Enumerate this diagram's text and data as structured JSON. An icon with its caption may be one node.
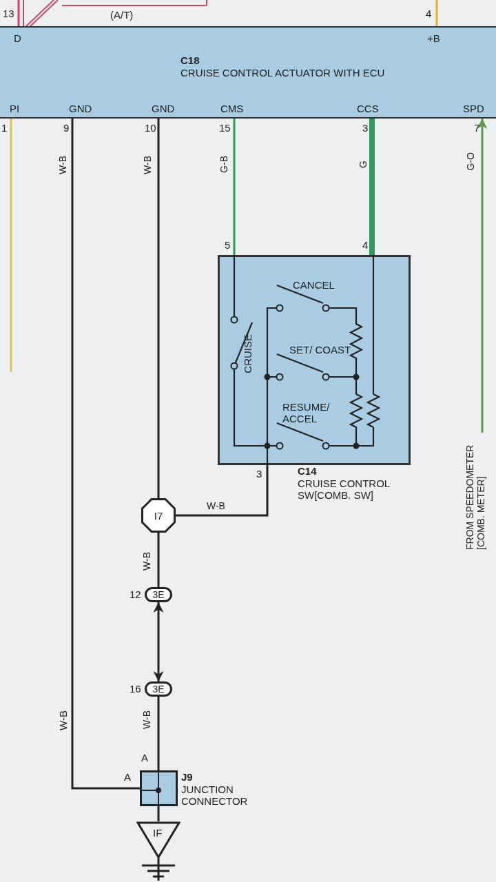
{
  "diagram": {
    "nodes": [
      {
        "text": [
          "C18",
          "CRUISE CONTROL ACTUATOR WITH ECU"
        ]
      },
      {
        "text": [
          "C14",
          "CRUISE CONTROL SW[COMB. SW]"
        ]
      },
      {
        "text": [
          "I7"
        ]
      },
      {
        "text": [
          "3E"
        ],
        "beside": [
          "12"
        ]
      },
      {
        "text": [
          "3E"
        ],
        "beside": [
          "16"
        ]
      },
      {
        "text": [
          "J9",
          "JUNCTION CONNECTOR"
        ]
      },
      {
        "text": [
          "IF"
        ]
      },
      {
        "text": [
          "FROM SPEEDOMETER [COMB. METER]"
        ]
      }
    ],
    "edges": [
      {
        "from": 0,
        "to": null,
        "arrow": "none",
        "color": "#d9416a"
      },
      {
        "from": 0,
        "to": null,
        "arrow": "none",
        "color": "#e2b324"
      },
      {
        "from": 0,
        "to": null,
        "arrow": "none",
        "color": "#d9c25a"
      },
      {
        "from": 0,
        "to": 5,
        "arrow": "none",
        "label": "W-B"
      },
      {
        "from": 0,
        "to": 2,
        "arrow": "none",
        "label": "W-B"
      },
      {
        "from": 0,
        "to": 1,
        "arrow": "none",
        "label": "G-B",
        "color": "#2f9a5a"
      },
      {
        "from": 0,
        "to": 1,
        "arrow": "none",
        "label": "G",
        "style": "thick",
        "color": "#2f9a5a"
      },
      {
        "from": 7,
        "to": 0,
        "arrow": "to",
        "label": "G-O",
        "color": "#5a9a4a"
      },
      {
        "from": 1,
        "to": 2,
        "arrow": "none",
        "label": "W-B"
      },
      {
        "from": 2,
        "to": 3,
        "arrow": "none",
        "label": "W-B"
      },
      {
        "from": 3,
        "to": 4,
        "arrow": "both"
      },
      {
        "from": 4,
        "to": 5,
        "arrow": "none",
        "label": "W-B"
      },
      {
        "from": 5,
        "to": 6,
        "arrow": "none"
      }
    ],
    "labels": [
      "13",
      "(A/T)",
      "4",
      "D",
      "+B",
      "PI",
      "GND",
      "GND",
      "CMS",
      "CCS",
      "SPD",
      "1",
      "9",
      "10",
      "15",
      "3",
      "7",
      "5",
      "4",
      "CANCEL",
      "CRUISE",
      "SET/ COAST",
      "RESUME/ ACCEL",
      "3",
      "A",
      "A",
      "W-B"
    ]
  }
}
